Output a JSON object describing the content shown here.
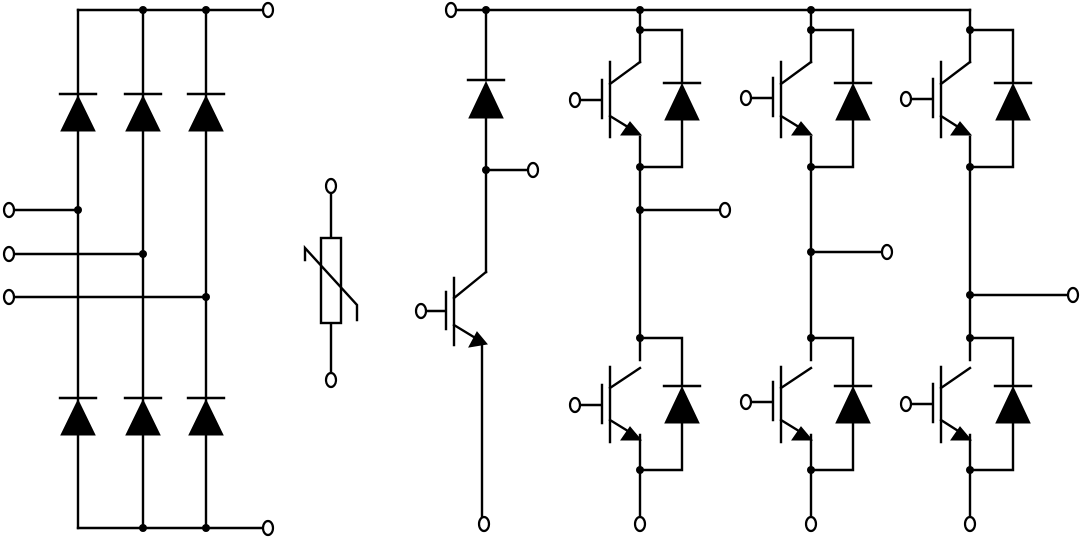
{
  "diagram": {
    "kind": "power-module-schematic",
    "sections": [
      {
        "id": "rectifier",
        "label": ""
      },
      {
        "id": "varistor",
        "label": ""
      },
      {
        "id": "brake-chopper",
        "label": ""
      },
      {
        "id": "inverter",
        "label": ""
      }
    ],
    "colors": {
      "wire": "#000000",
      "background": "#ffffff"
    }
  }
}
